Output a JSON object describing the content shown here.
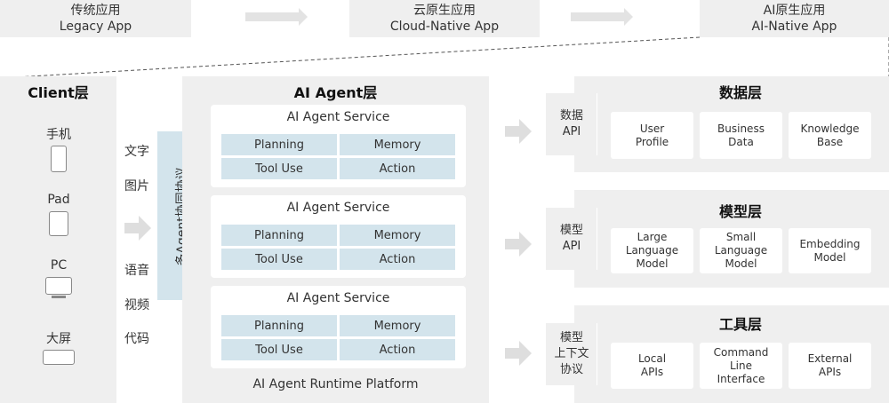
{
  "eras": [
    {
      "cn": "传统应用",
      "en": "Legacy App"
    },
    {
      "cn": "云原生应用",
      "en": "Cloud-Native App"
    },
    {
      "cn": "AI原生应用",
      "en": "AI-Native App"
    }
  ],
  "client": {
    "title": "Client层",
    "devices": [
      "手机",
      "Pad",
      "PC",
      "大屏"
    ],
    "modalities": [
      "文字",
      "图片",
      "语音",
      "视频",
      "代码"
    ]
  },
  "protocol": "多Agent协同协议",
  "agent_layer": {
    "title": "AI Agent层",
    "services": [
      {
        "title": "AI Agent Service",
        "cells": [
          "Planning",
          "Memory",
          "Tool Use",
          "Action"
        ]
      },
      {
        "title": "AI Agent Service",
        "cells": [
          "Planning",
          "Memory",
          "Tool Use",
          "Action"
        ]
      },
      {
        "title": "AI Agent Service",
        "cells": [
          "Planning",
          "Memory",
          "Tool Use",
          "Action"
        ]
      }
    ],
    "platform": "AI Agent Runtime Platform"
  },
  "layers": [
    {
      "interface": [
        "数据",
        "API"
      ],
      "title": "数据层",
      "items": [
        [
          "User",
          "Profile"
        ],
        [
          "Business",
          "Data"
        ],
        [
          "Knowledge",
          "Base"
        ]
      ]
    },
    {
      "interface": [
        "模型",
        "API"
      ],
      "title": "模型层",
      "items": [
        [
          "Large",
          "Language",
          "Model"
        ],
        [
          "Small",
          "Language",
          "Model"
        ],
        [
          "Embedding",
          "Model"
        ]
      ]
    },
    {
      "interface": [
        "模型",
        "上下文",
        "协议"
      ],
      "title": "工具层",
      "items": [
        [
          "Local",
          "APIs"
        ],
        [
          "Command",
          "Line",
          "Interface"
        ],
        [
          "External",
          "APIs"
        ]
      ]
    }
  ]
}
